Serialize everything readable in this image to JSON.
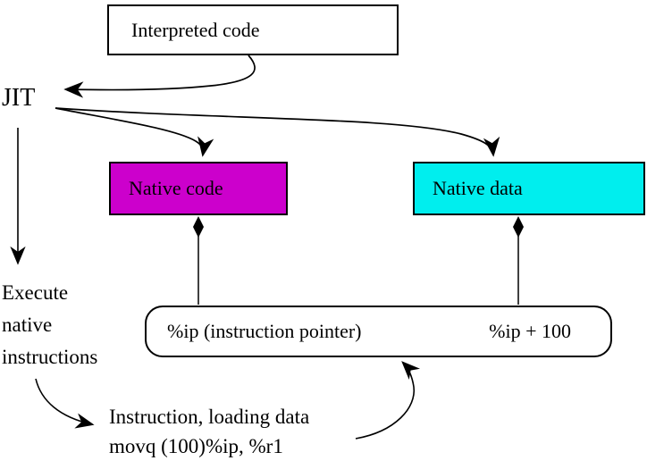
{
  "diagram": {
    "interpreted_code_label": "Interpreted code",
    "jit_label": "JIT",
    "native_code_label": "Native code",
    "native_data_label": "Native data",
    "pointer_box_left": "%ip (instruction pointer)",
    "pointer_box_right": "%ip + 100",
    "execute_lines": [
      "Execute",
      "native",
      "instructions"
    ],
    "instruction_note_lines": [
      "Instruction, loading data",
      "movq (100)%ip, %r1"
    ]
  },
  "colors": {
    "background": "#FFFFFF",
    "line": "#000000",
    "box_border": "#000000",
    "native_code_bg": "#CC00CC",
    "native_data_bg": "#00EEEE"
  }
}
